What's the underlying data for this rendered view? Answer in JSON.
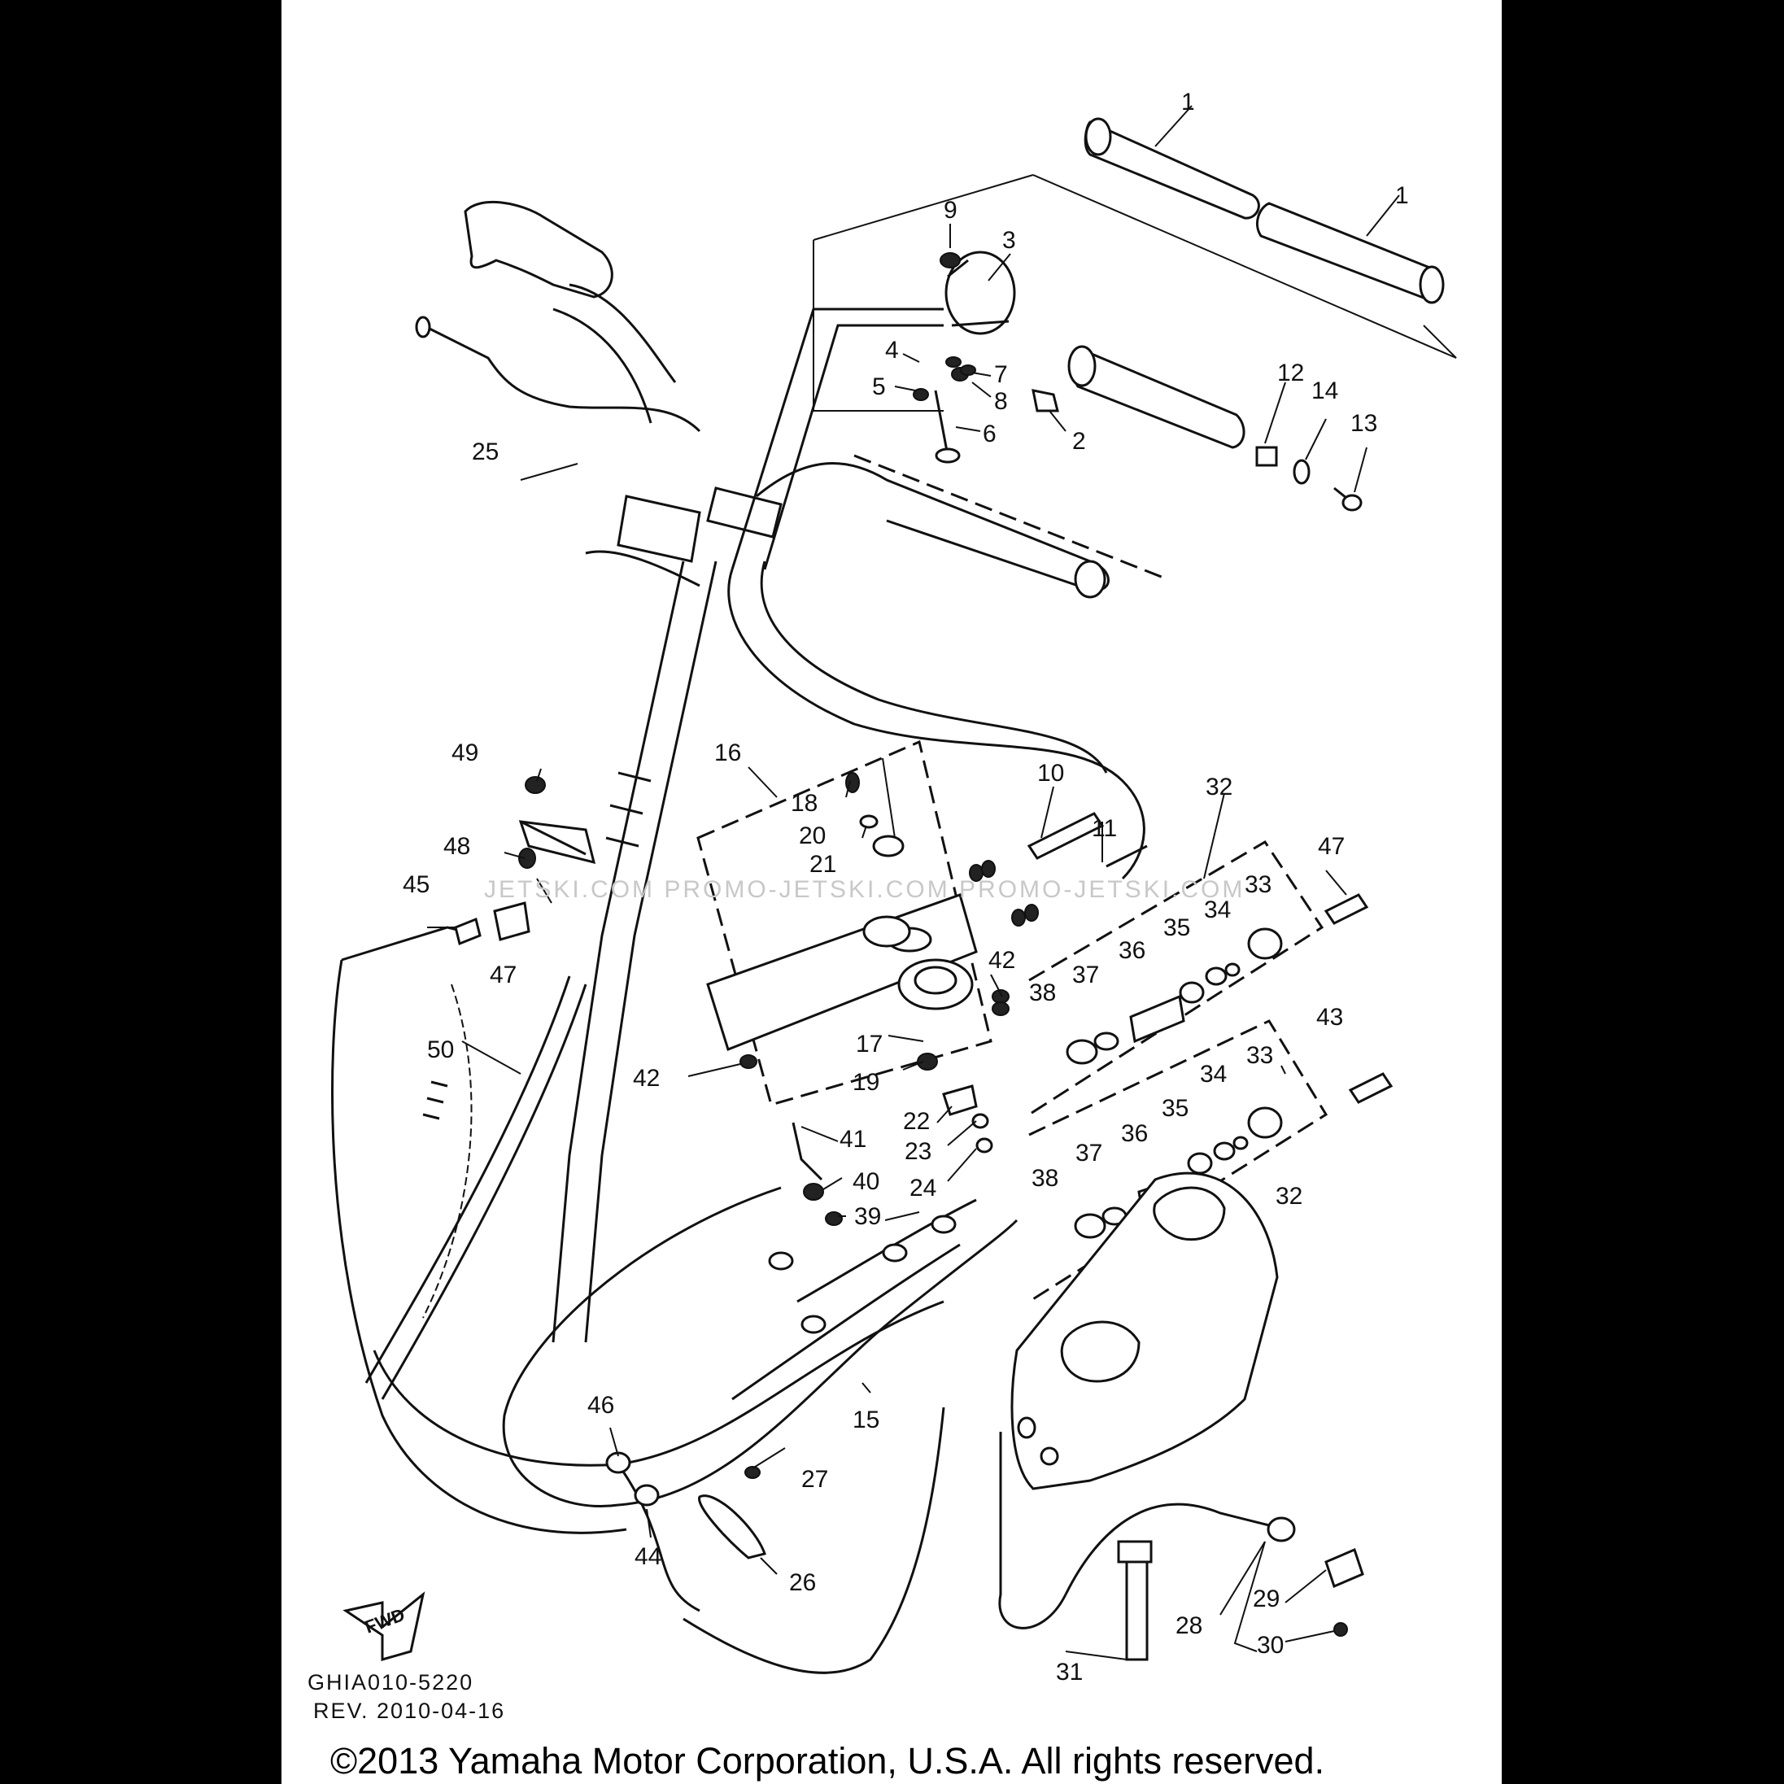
{
  "callouts": [
    {
      "id": "c1a",
      "text": "1"
    },
    {
      "id": "c1b",
      "text": "1"
    },
    {
      "id": "c2",
      "text": "2"
    },
    {
      "id": "c3",
      "text": "3"
    },
    {
      "id": "c4",
      "text": "4"
    },
    {
      "id": "c5",
      "text": "5"
    },
    {
      "id": "c6",
      "text": "6"
    },
    {
      "id": "c7",
      "text": "7"
    },
    {
      "id": "c8",
      "text": "8"
    },
    {
      "id": "c9",
      "text": "9"
    },
    {
      "id": "c10",
      "text": "10"
    },
    {
      "id": "c11",
      "text": "11"
    },
    {
      "id": "c12",
      "text": "12"
    },
    {
      "id": "c13",
      "text": "13"
    },
    {
      "id": "c14",
      "text": "14"
    },
    {
      "id": "c15",
      "text": "15"
    },
    {
      "id": "c16",
      "text": "16"
    },
    {
      "id": "c17",
      "text": "17"
    },
    {
      "id": "c18",
      "text": "18"
    },
    {
      "id": "c19",
      "text": "19"
    },
    {
      "id": "c20",
      "text": "20"
    },
    {
      "id": "c21",
      "text": "21"
    },
    {
      "id": "c22",
      "text": "22"
    },
    {
      "id": "c23",
      "text": "23"
    },
    {
      "id": "c24",
      "text": "24"
    },
    {
      "id": "c25",
      "text": "25"
    },
    {
      "id": "c26",
      "text": "26"
    },
    {
      "id": "c27",
      "text": "27"
    },
    {
      "id": "c28",
      "text": "28"
    },
    {
      "id": "c29",
      "text": "29"
    },
    {
      "id": "c30",
      "text": "30"
    },
    {
      "id": "c31",
      "text": "31"
    },
    {
      "id": "c32a",
      "text": "32"
    },
    {
      "id": "c32b",
      "text": "32"
    },
    {
      "id": "c33a",
      "text": "33"
    },
    {
      "id": "c33b",
      "text": "33"
    },
    {
      "id": "c34a",
      "text": "34"
    },
    {
      "id": "c34b",
      "text": "34"
    },
    {
      "id": "c35a",
      "text": "35"
    },
    {
      "id": "c35b",
      "text": "35"
    },
    {
      "id": "c36a",
      "text": "36"
    },
    {
      "id": "c36b",
      "text": "36"
    },
    {
      "id": "c37a",
      "text": "37"
    },
    {
      "id": "c37b",
      "text": "37"
    },
    {
      "id": "c38a",
      "text": "38"
    },
    {
      "id": "c38b",
      "text": "38"
    },
    {
      "id": "c39",
      "text": "39"
    },
    {
      "id": "c40",
      "text": "40"
    },
    {
      "id": "c41",
      "text": "41"
    },
    {
      "id": "c42a",
      "text": "42"
    },
    {
      "id": "c42b",
      "text": "42"
    },
    {
      "id": "c43",
      "text": "43"
    },
    {
      "id": "c44",
      "text": "44"
    },
    {
      "id": "c45",
      "text": "45"
    },
    {
      "id": "c46",
      "text": "46"
    },
    {
      "id": "c47a",
      "text": "47"
    },
    {
      "id": "c47b",
      "text": "47"
    },
    {
      "id": "c48",
      "text": "48"
    },
    {
      "id": "c49",
      "text": "49"
    },
    {
      "id": "c50",
      "text": "50"
    }
  ],
  "fwd_label": "FWD",
  "watermark": "JETSKI.COM   PROMO-JETSKI.COM   PROMO-JETSKI.COM",
  "drawing_code": "GHIA010-5220",
  "revision": "REV. 2010-04-16",
  "copyright": "©2013 Yamaha Motor Corporation, U.S.A. All rights reserved."
}
